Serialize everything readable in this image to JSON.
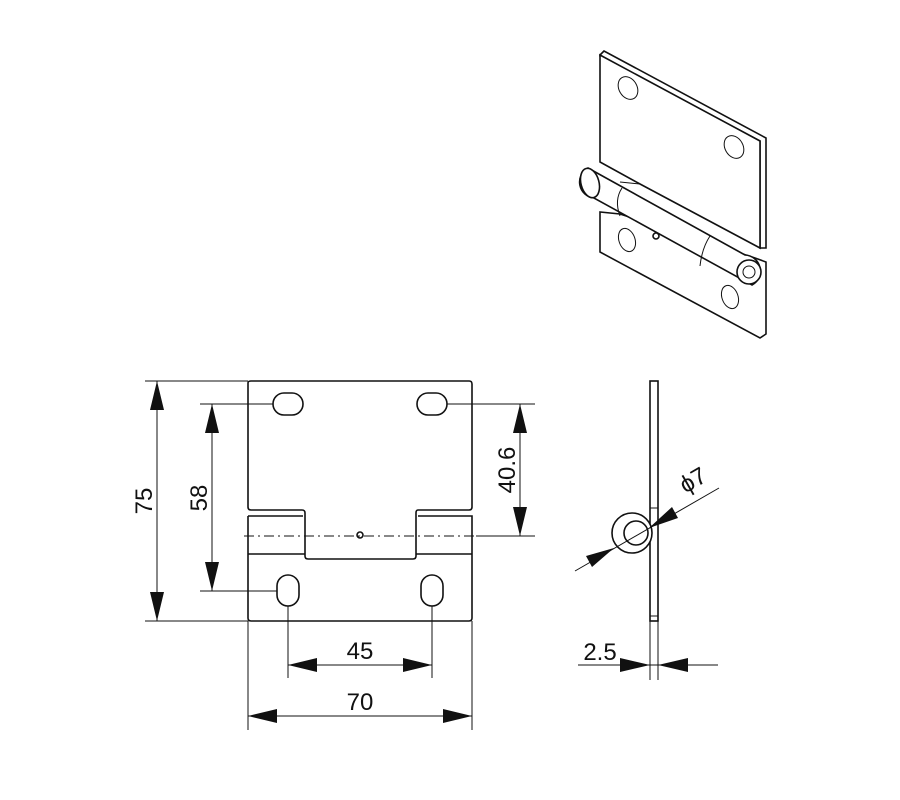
{
  "drawing": {
    "dimensions": {
      "overall_height": "75",
      "hole_vertical_spacing": "58",
      "hole_to_axis": "40.6",
      "hole_horizontal_spacing": "45",
      "overall_width": "70",
      "knuckle_diameter": "ϕ7",
      "thickness": "2.5"
    },
    "colors": {
      "line": "#111111",
      "background": "#ffffff"
    }
  }
}
